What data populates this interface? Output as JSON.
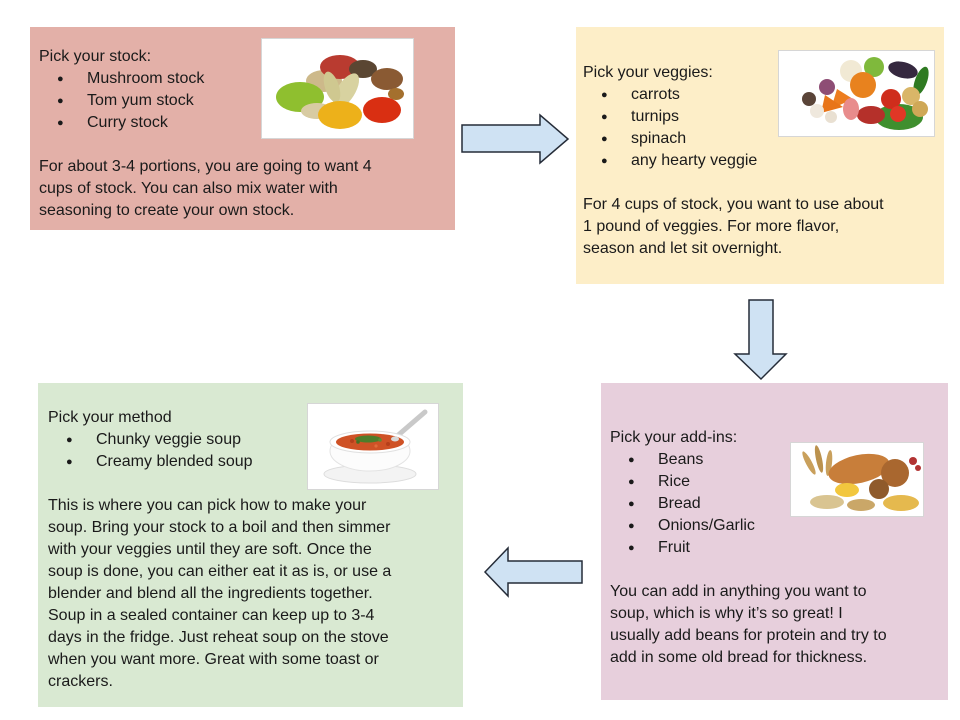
{
  "bullet": "●",
  "colors": {
    "canvas_bg": "#ffffff",
    "box_stock_bg": "#e3b0a8",
    "box_veggies_bg": "#fdeec8",
    "box_addins_bg": "#e7cfdc",
    "box_method_bg": "#d9e9d2",
    "arrow_fill": "#cfe2f3",
    "arrow_stroke": "#252c38",
    "text": "#1a1a1a"
  },
  "boxes": {
    "stock": {
      "title": "Pick your stock:",
      "items": [
        "Mushroom stock",
        "Tom yum stock",
        "Curry stock"
      ],
      "paragraph": "For about 3-4 portions, you are going to want 4\ncups of stock. You can also mix water with\nseasoning to create your own stock.",
      "image_alt": "assorted spice powders"
    },
    "veggies": {
      "title": "Pick your veggies:",
      "items": [
        "carrots",
        "turnips",
        "spinach",
        "any hearty veggie"
      ],
      "paragraph": "For 4 cups of stock, you want to use about\n1 pound of veggies. For more flavor,\nseason and let sit overnight.",
      "image_alt": "assorted fresh vegetables"
    },
    "addins": {
      "title": "Pick your add-ins:",
      "items": [
        "Beans",
        "Rice",
        "Bread",
        "Onions/Garlic",
        "Fruit"
      ],
      "paragraph": "You can add in anything you want to\nsoup, which is why it’s so great! I\nusually add beans for protein and try to\nadd in some old bread for thickness.",
      "image_alt": "breads and grains"
    },
    "method": {
      "title": "Pick your method",
      "items": [
        "Chunky veggie soup",
        "Creamy blended soup"
      ],
      "paragraph": "This is where you can pick how to make your\nsoup. Bring your stock to a boil and then simmer\nwith your veggies until they are soft. Once the\nsoup is done, you can either eat it as is, or use a\nblender and blend all the ingredients together.\nSoup in a sealed container can keep up to 3-4\ndays in the fridge. Just reheat soup on the stove\nwhen you want more. Great with some toast or\ncrackers.",
      "image_alt": "bowl of tomato soup with spoon"
    }
  }
}
